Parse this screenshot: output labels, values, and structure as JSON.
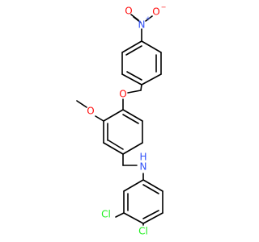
{
  "atoms": {
    "nitro_n": "N",
    "nitro_o_left": "O",
    "nitro_o_right": "O",
    "ether_o": "O",
    "methoxy_o": "O",
    "amine_n": "N",
    "amine_h": "H",
    "cl_upper": "Cl",
    "cl_lower": "Cl"
  },
  "charges": {
    "nitro_n": "+",
    "nitro_o_right": "−"
  },
  "colors": {
    "bond": "#000000",
    "oxygen": "#ff0d0d",
    "nitrogen": "#3050f8",
    "chlorine": "#1ff01f"
  }
}
